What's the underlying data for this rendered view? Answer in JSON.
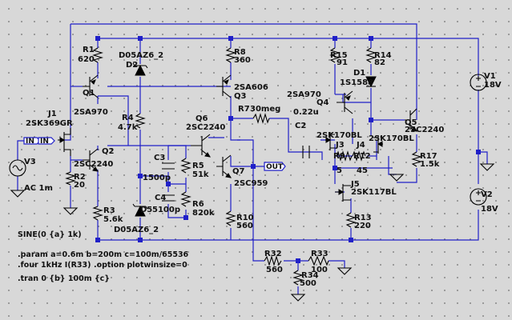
{
  "components": {
    "R1": {
      "ref": "R1",
      "value": "620"
    },
    "R2": {
      "ref": "R2",
      "value": "20"
    },
    "R3": {
      "ref": "R3",
      "value": "5.6k"
    },
    "R4": {
      "ref": "R4",
      "value": "4.7k"
    },
    "R5": {
      "ref": "R5",
      "value": "51k"
    },
    "R6": {
      "ref": "R6",
      "value": "820k"
    },
    "R7": {
      "ref": "R7",
      "value": "30meg"
    },
    "R8": {
      "ref": "R8",
      "value": "360"
    },
    "R9": {
      "ref": "R9",
      "value": "5"
    },
    "R10": {
      "ref": "R10",
      "value": "560"
    },
    "R12": {
      "ref": "R12",
      "value": "45"
    },
    "R13": {
      "ref": "R13",
      "value": "220"
    },
    "R14": {
      "ref": "R14",
      "value": "82"
    },
    "R15": {
      "ref": "R15",
      "value": "91"
    },
    "R17": {
      "ref": "R17",
      "value": "1.5k"
    },
    "R32": {
      "ref": "R32",
      "value": "560"
    },
    "R33": {
      "ref": "R33",
      "value": "100"
    },
    "R34": {
      "ref": "R34",
      "value": "500"
    },
    "C2": {
      "ref": "C2",
      "value": "0.22u"
    },
    "C3": {
      "ref": "C3",
      "value": "1500p"
    },
    "C4": {
      "ref": "C4",
      "value": "5100p"
    },
    "D1": {
      "ref": "D1",
      "value": "1S1588"
    },
    "D2": {
      "ref": "D2",
      "value": "D05AZ6_2"
    },
    "D5": {
      "ref": "D5",
      "value": "D05AZ6_2"
    },
    "Q1": {
      "ref": "Q1",
      "value": "2SA970"
    },
    "Q2": {
      "ref": "Q2",
      "value": "2SC2240"
    },
    "Q3": {
      "ref": "Q3",
      "value": "2SA606"
    },
    "Q4": {
      "ref": "Q4",
      "value": "2SA970"
    },
    "Q5": {
      "ref": "Q5",
      "value": "2SC2240"
    },
    "Q6": {
      "ref": "Q6",
      "value": "2SC2240"
    },
    "Q7": {
      "ref": "Q7",
      "value": "2SC959"
    },
    "J1": {
      "ref": "J1",
      "value": "2SK369GR"
    },
    "J3": {
      "ref": "J3",
      "value": "2SK170BL"
    },
    "J4": {
      "ref": "J4",
      "value": "2SK170BL"
    },
    "J5": {
      "ref": "J5",
      "value": "2SK117BL"
    },
    "V1": {
      "ref": "V1",
      "value": "18V"
    },
    "V2": {
      "ref": "V2",
      "value": "18V"
    },
    "V3": {
      "ref": "V3",
      "value": "AC 1m"
    }
  },
  "nets": {
    "in": "IN",
    "out": "OUT"
  },
  "directives": {
    "source": "SINE(0 {a} 1k)",
    "param": ".param a=0.6m b=200m c=100m/65536",
    "four": ".four 1kHz I(R33)",
    "option": ".option plotwinsize=0",
    "tran": ".tran 0 {b} 100m {c}"
  },
  "colors": {
    "wire": "#2020c8",
    "symbol": "#000000",
    "background": "#d8d8d8",
    "grid": "#7a7a7a"
  }
}
